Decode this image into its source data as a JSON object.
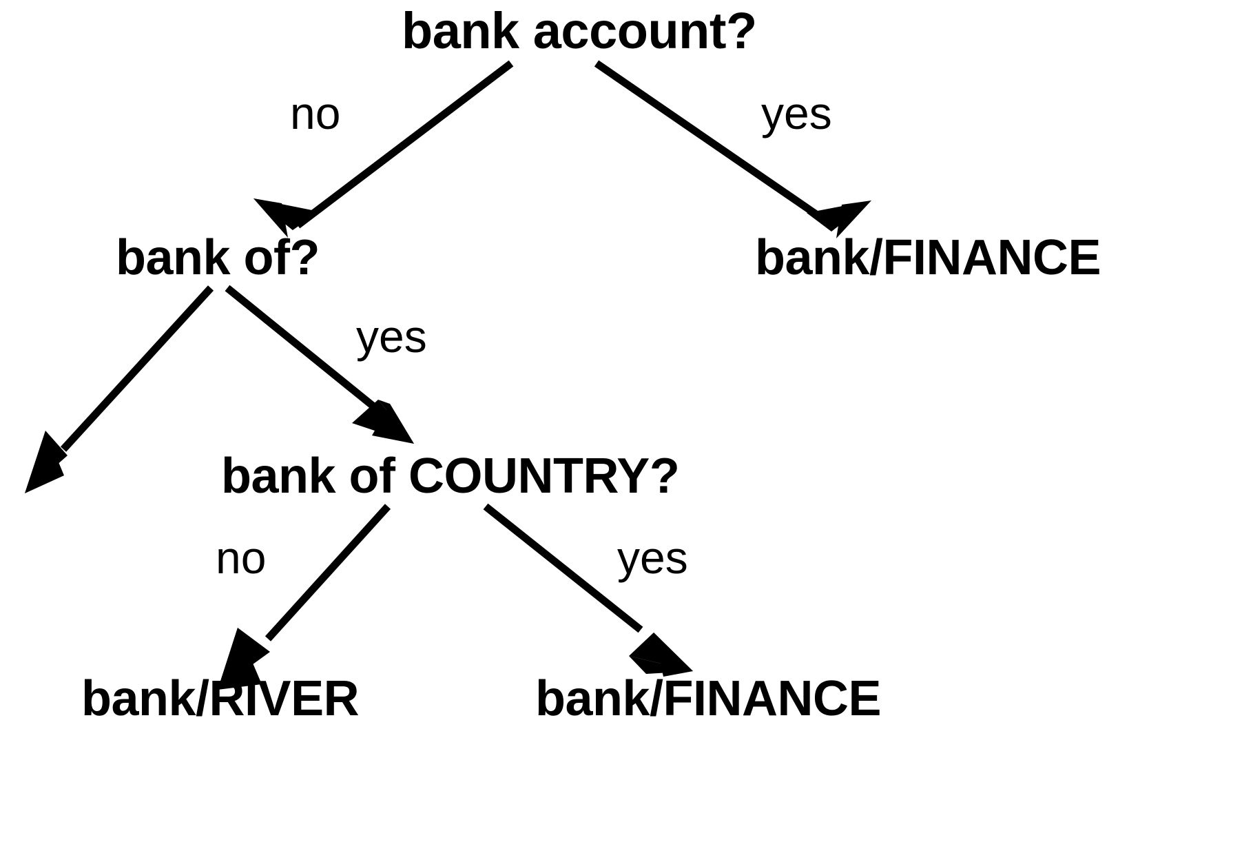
{
  "diagram": {
    "type": "decision-tree",
    "title": "bank account?",
    "background_color": "#ffffff",
    "ink_color": "#000000",
    "nodes": [
      {
        "id": "root",
        "label": "bank account?",
        "kind": "question",
        "level": 0
      },
      {
        "id": "bank-of",
        "label": "bank of?",
        "kind": "question",
        "level": 1
      },
      {
        "id": "fin-right",
        "label": "bank/FINANCE",
        "kind": "leaf",
        "level": 1
      },
      {
        "id": "bank-country",
        "label": "bank of COUNTRY?",
        "kind": "question",
        "level": 2
      },
      {
        "id": "river",
        "label": "bank/RIVER",
        "kind": "leaf",
        "level": 3
      },
      {
        "id": "fin-bottom",
        "label": "bank/FINANCE",
        "kind": "leaf",
        "level": 3
      }
    ],
    "edges": [
      {
        "id": "root-no",
        "from": "root",
        "to": "bank-of",
        "label": "no"
      },
      {
        "id": "root-yes",
        "from": "root",
        "to": "fin-right",
        "label": "yes"
      },
      {
        "id": "bankof-left",
        "from": "bank-of",
        "to": "",
        "label": ""
      },
      {
        "id": "bankof-yes",
        "from": "bank-of",
        "to": "bank-country",
        "label": "yes"
      },
      {
        "id": "country-no",
        "from": "bank-country",
        "to": "river",
        "label": "no"
      },
      {
        "id": "country-yes",
        "from": "bank-country",
        "to": "fin-bottom",
        "label": "yes"
      }
    ]
  }
}
